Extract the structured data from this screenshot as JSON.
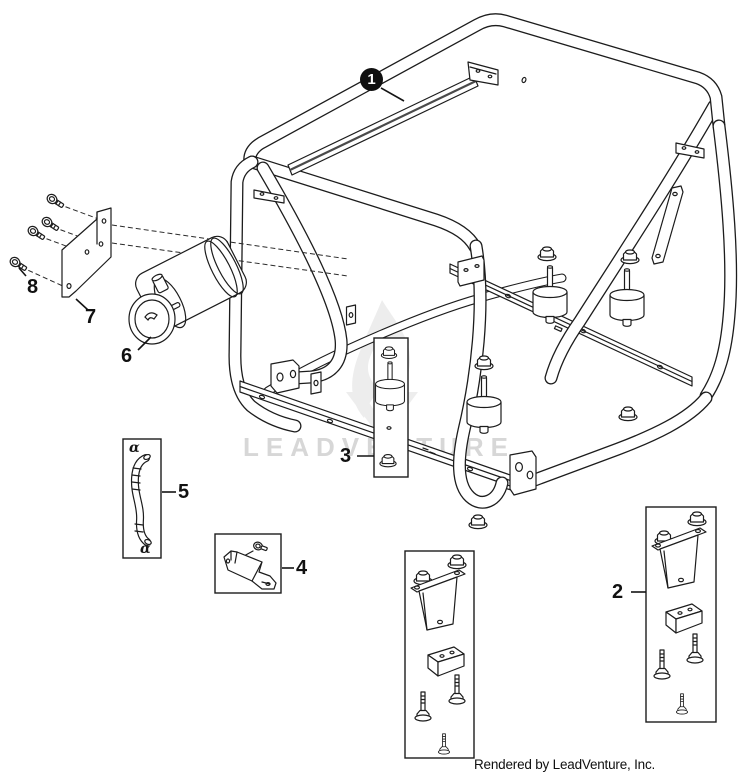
{
  "page": {
    "background": "#ffffff",
    "type_hint": "exploded-parts-diagram"
  },
  "colors": {
    "line": "#1c1c1c",
    "callout1_background": "#101010",
    "callout1_text": "#ffffff",
    "watermark_text": "#d7d7d7",
    "watermark_logo": "#ededed"
  },
  "watermark": {
    "text": "LEADVENTURE",
    "logo": "leadventure-flame-logo"
  },
  "footer": {
    "rendered_by": "Rendered by LeadVenture, Inc."
  },
  "callouts": {
    "c1": {
      "label": "1",
      "shape": "filled-circle"
    },
    "c2": {
      "label": "2",
      "shape": "plain"
    },
    "c3": {
      "label": "3",
      "shape": "plain"
    },
    "c4": {
      "label": "4",
      "shape": "plain"
    },
    "c5": {
      "label": "5",
      "shape": "plain"
    },
    "c6": {
      "label": "6",
      "shape": "plain"
    },
    "c7": {
      "label": "7",
      "shape": "plain"
    },
    "c8": {
      "label": "8",
      "shape": "plain"
    }
  },
  "detail_boxes": {
    "hose": {
      "alpha_top": "α",
      "alpha_bottom": "α"
    }
  }
}
